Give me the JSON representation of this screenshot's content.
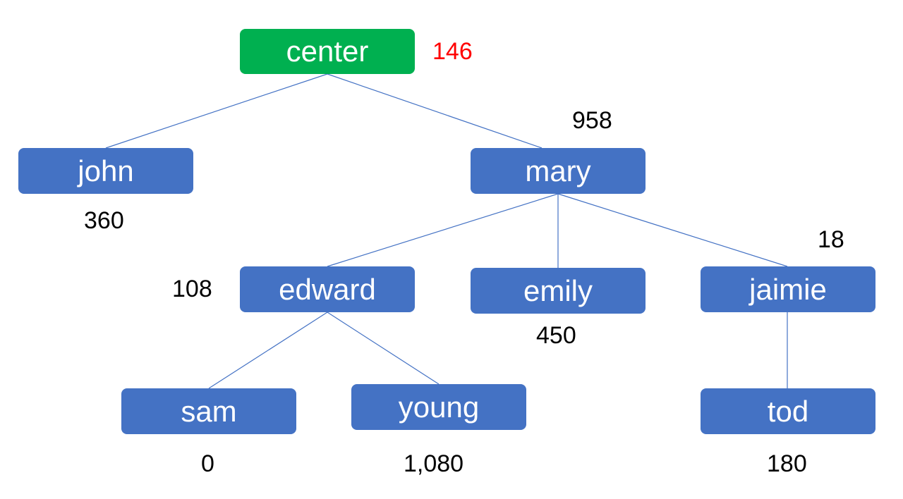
{
  "nodes": {
    "center": {
      "label": "center",
      "value": "146"
    },
    "john": {
      "label": "john",
      "value": "360"
    },
    "mary": {
      "label": "mary",
      "value": "958"
    },
    "edward": {
      "label": "edward",
      "value": "108"
    },
    "emily": {
      "label": "emily",
      "value": "450"
    },
    "jaimie": {
      "label": "jaimie",
      "value": "18"
    },
    "sam": {
      "label": "sam",
      "value": "0"
    },
    "young": {
      "label": "young",
      "value": "1,080"
    },
    "tod": {
      "label": "tod",
      "value": "180"
    }
  },
  "edges": [
    [
      "center",
      "john"
    ],
    [
      "center",
      "mary"
    ],
    [
      "mary",
      "edward"
    ],
    [
      "mary",
      "emily"
    ],
    [
      "mary",
      "jaimie"
    ],
    [
      "edward",
      "sam"
    ],
    [
      "edward",
      "young"
    ],
    [
      "jaimie",
      "tod"
    ]
  ],
  "colors": {
    "root_fill": "#00b050",
    "node_fill": "#4472c4",
    "edge": "#4472c4",
    "root_value": "#ff0000",
    "value": "#000000",
    "label": "#ffffff"
  }
}
